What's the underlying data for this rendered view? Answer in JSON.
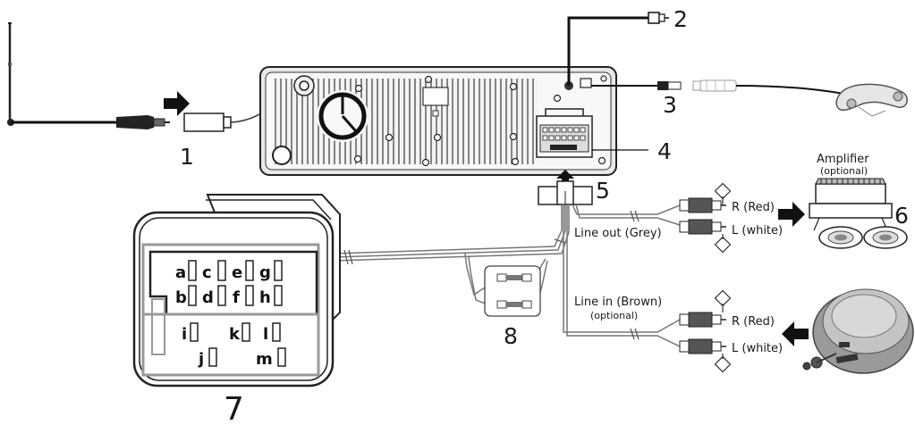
{
  "callouts": {
    "n1": "1",
    "n2": "2",
    "n3": "3",
    "n4": "4",
    "n5": "5",
    "n6": "6",
    "n7": "7",
    "n8": "8"
  },
  "labels": {
    "amplifier_title": "Amplifier",
    "amplifier_optional": "(optional)",
    "line_out": "Line out (Grey)",
    "line_in": "Line in (Brown)",
    "line_in_optional": "(optional)",
    "out_r": "R (Red)",
    "out_l": "L (white)",
    "in_r": "R (Red)",
    "in_l": "L (white)"
  },
  "connector_pins": {
    "top_row": [
      "a",
      "c",
      "e",
      "g"
    ],
    "second_row": [
      "b",
      "d",
      "f",
      "h"
    ],
    "third_row": [
      "i",
      "k",
      "l"
    ],
    "bottom_row": [
      "j",
      "m"
    ]
  },
  "icons": [
    "antenna-icon",
    "arrow-right-icon",
    "arrow-up-icon",
    "arrow-left-icon",
    "telephone-handset-icon",
    "amplifier-icon",
    "speaker-icon",
    "cd-player-icon",
    "iso-connector-icon",
    "rca-plug-icon"
  ]
}
